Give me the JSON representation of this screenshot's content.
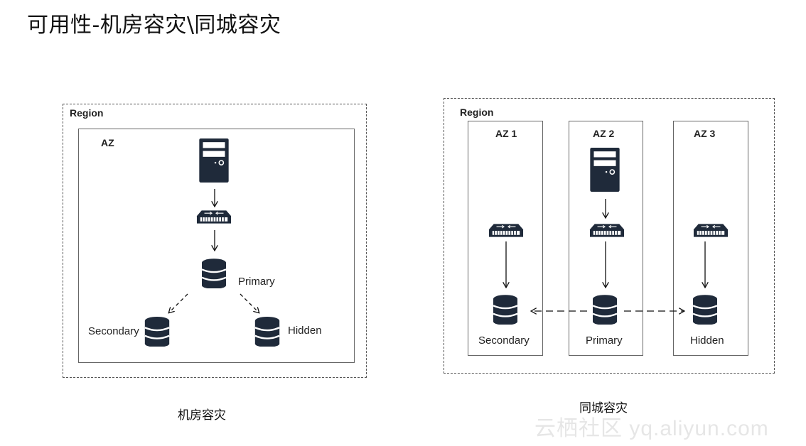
{
  "title": "可用性-机房容灾\\同城容灾",
  "left_diagram": {
    "region_label": "Region",
    "az_label": "AZ",
    "primary_label": "Primary",
    "secondary_label": "Secondary",
    "hidden_label": "Hidden",
    "caption": "机房容灾"
  },
  "right_diagram": {
    "region_label": "Region",
    "az1_label": "AZ 1",
    "az2_label": "AZ 2",
    "az3_label": "AZ 3",
    "secondary_label": "Secondary",
    "primary_label": "Primary",
    "hidden_label": "Hidden",
    "caption": "同城容灾"
  },
  "watermark": "云栖社区 yq.aliyun.com",
  "colors": {
    "icon": "#1f2a3a",
    "border": "#555555"
  },
  "icons": [
    "server-icon",
    "switch-icon",
    "database-icon"
  ]
}
